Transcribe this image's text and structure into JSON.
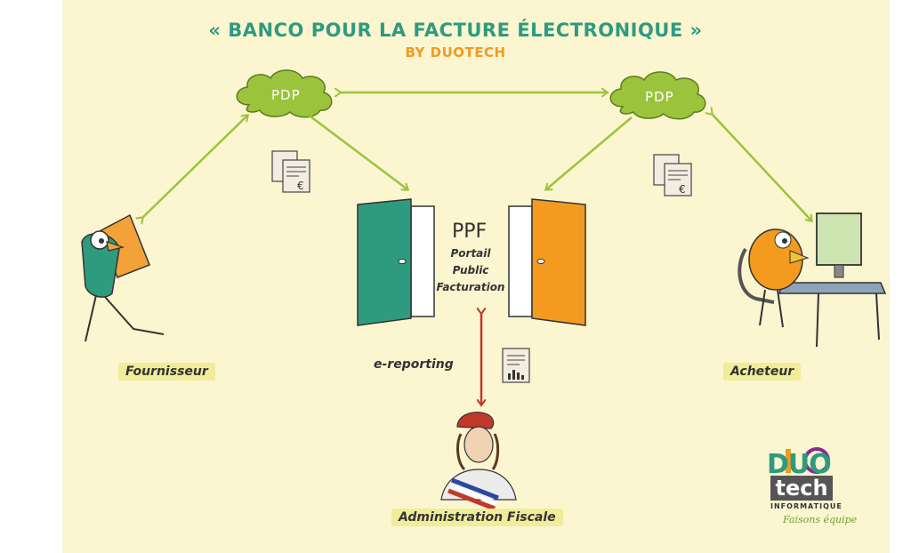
{
  "title": {
    "line1": "« BANCO POUR LA FACTURE ÉLECTRONIQUE »",
    "line2": "BY DUOTECH"
  },
  "nodes": {
    "pdp_left": "PDP",
    "pdp_right": "PDP",
    "ppf_title": "PPF",
    "ppf_line1": "Portail",
    "ppf_line2": "Public",
    "ppf_line3": "Facturation",
    "supplier": "Fournisseur",
    "buyer": "Acheteur",
    "tax_admin": "Administration Fiscale",
    "ereporting": "e-reporting"
  },
  "logo": {
    "duo": "DUO",
    "tech": "tech",
    "informatique": "INFORMATIQUE",
    "tagline": "Faisons équipe"
  },
  "colors": {
    "background": "#fbf5d0",
    "title_green": "#2e9b7f",
    "title_orange": "#f39a1f",
    "cloud": "#9bc43c",
    "arrow_green": "#9bc43c",
    "arrow_red": "#c0392b",
    "door_green": "#2e9b7f",
    "door_orange": "#f39a1f"
  }
}
